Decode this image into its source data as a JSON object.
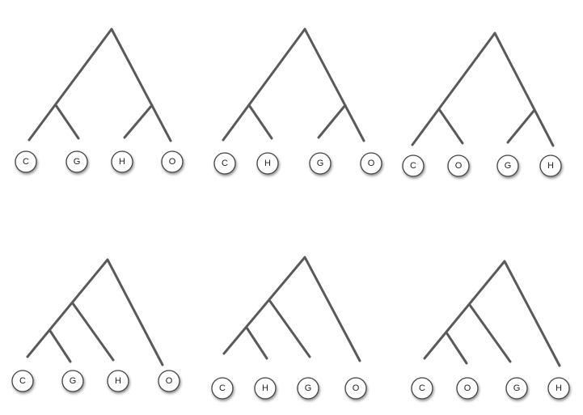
{
  "trees": [
    {
      "id": "tree-1",
      "leaves": [
        "C",
        "G",
        "H",
        "O"
      ]
    },
    {
      "id": "tree-2",
      "leaves": [
        "C",
        "H",
        "G",
        "O"
      ]
    },
    {
      "id": "tree-3",
      "leaves": [
        "C",
        "O",
        "G",
        "H"
      ]
    },
    {
      "id": "tree-4",
      "leaves": [
        "C",
        "G",
        "H",
        "O"
      ]
    },
    {
      "id": "tree-5",
      "leaves": [
        "C",
        "H",
        "G",
        "O"
      ]
    },
    {
      "id": "tree-6",
      "leaves": [
        "C",
        "O",
        "G",
        "H"
      ]
    }
  ],
  "colors": {
    "branch": "#5a5a5a",
    "node_fill": "#ffffff",
    "node_stroke": "#444444",
    "label": "#222222"
  }
}
